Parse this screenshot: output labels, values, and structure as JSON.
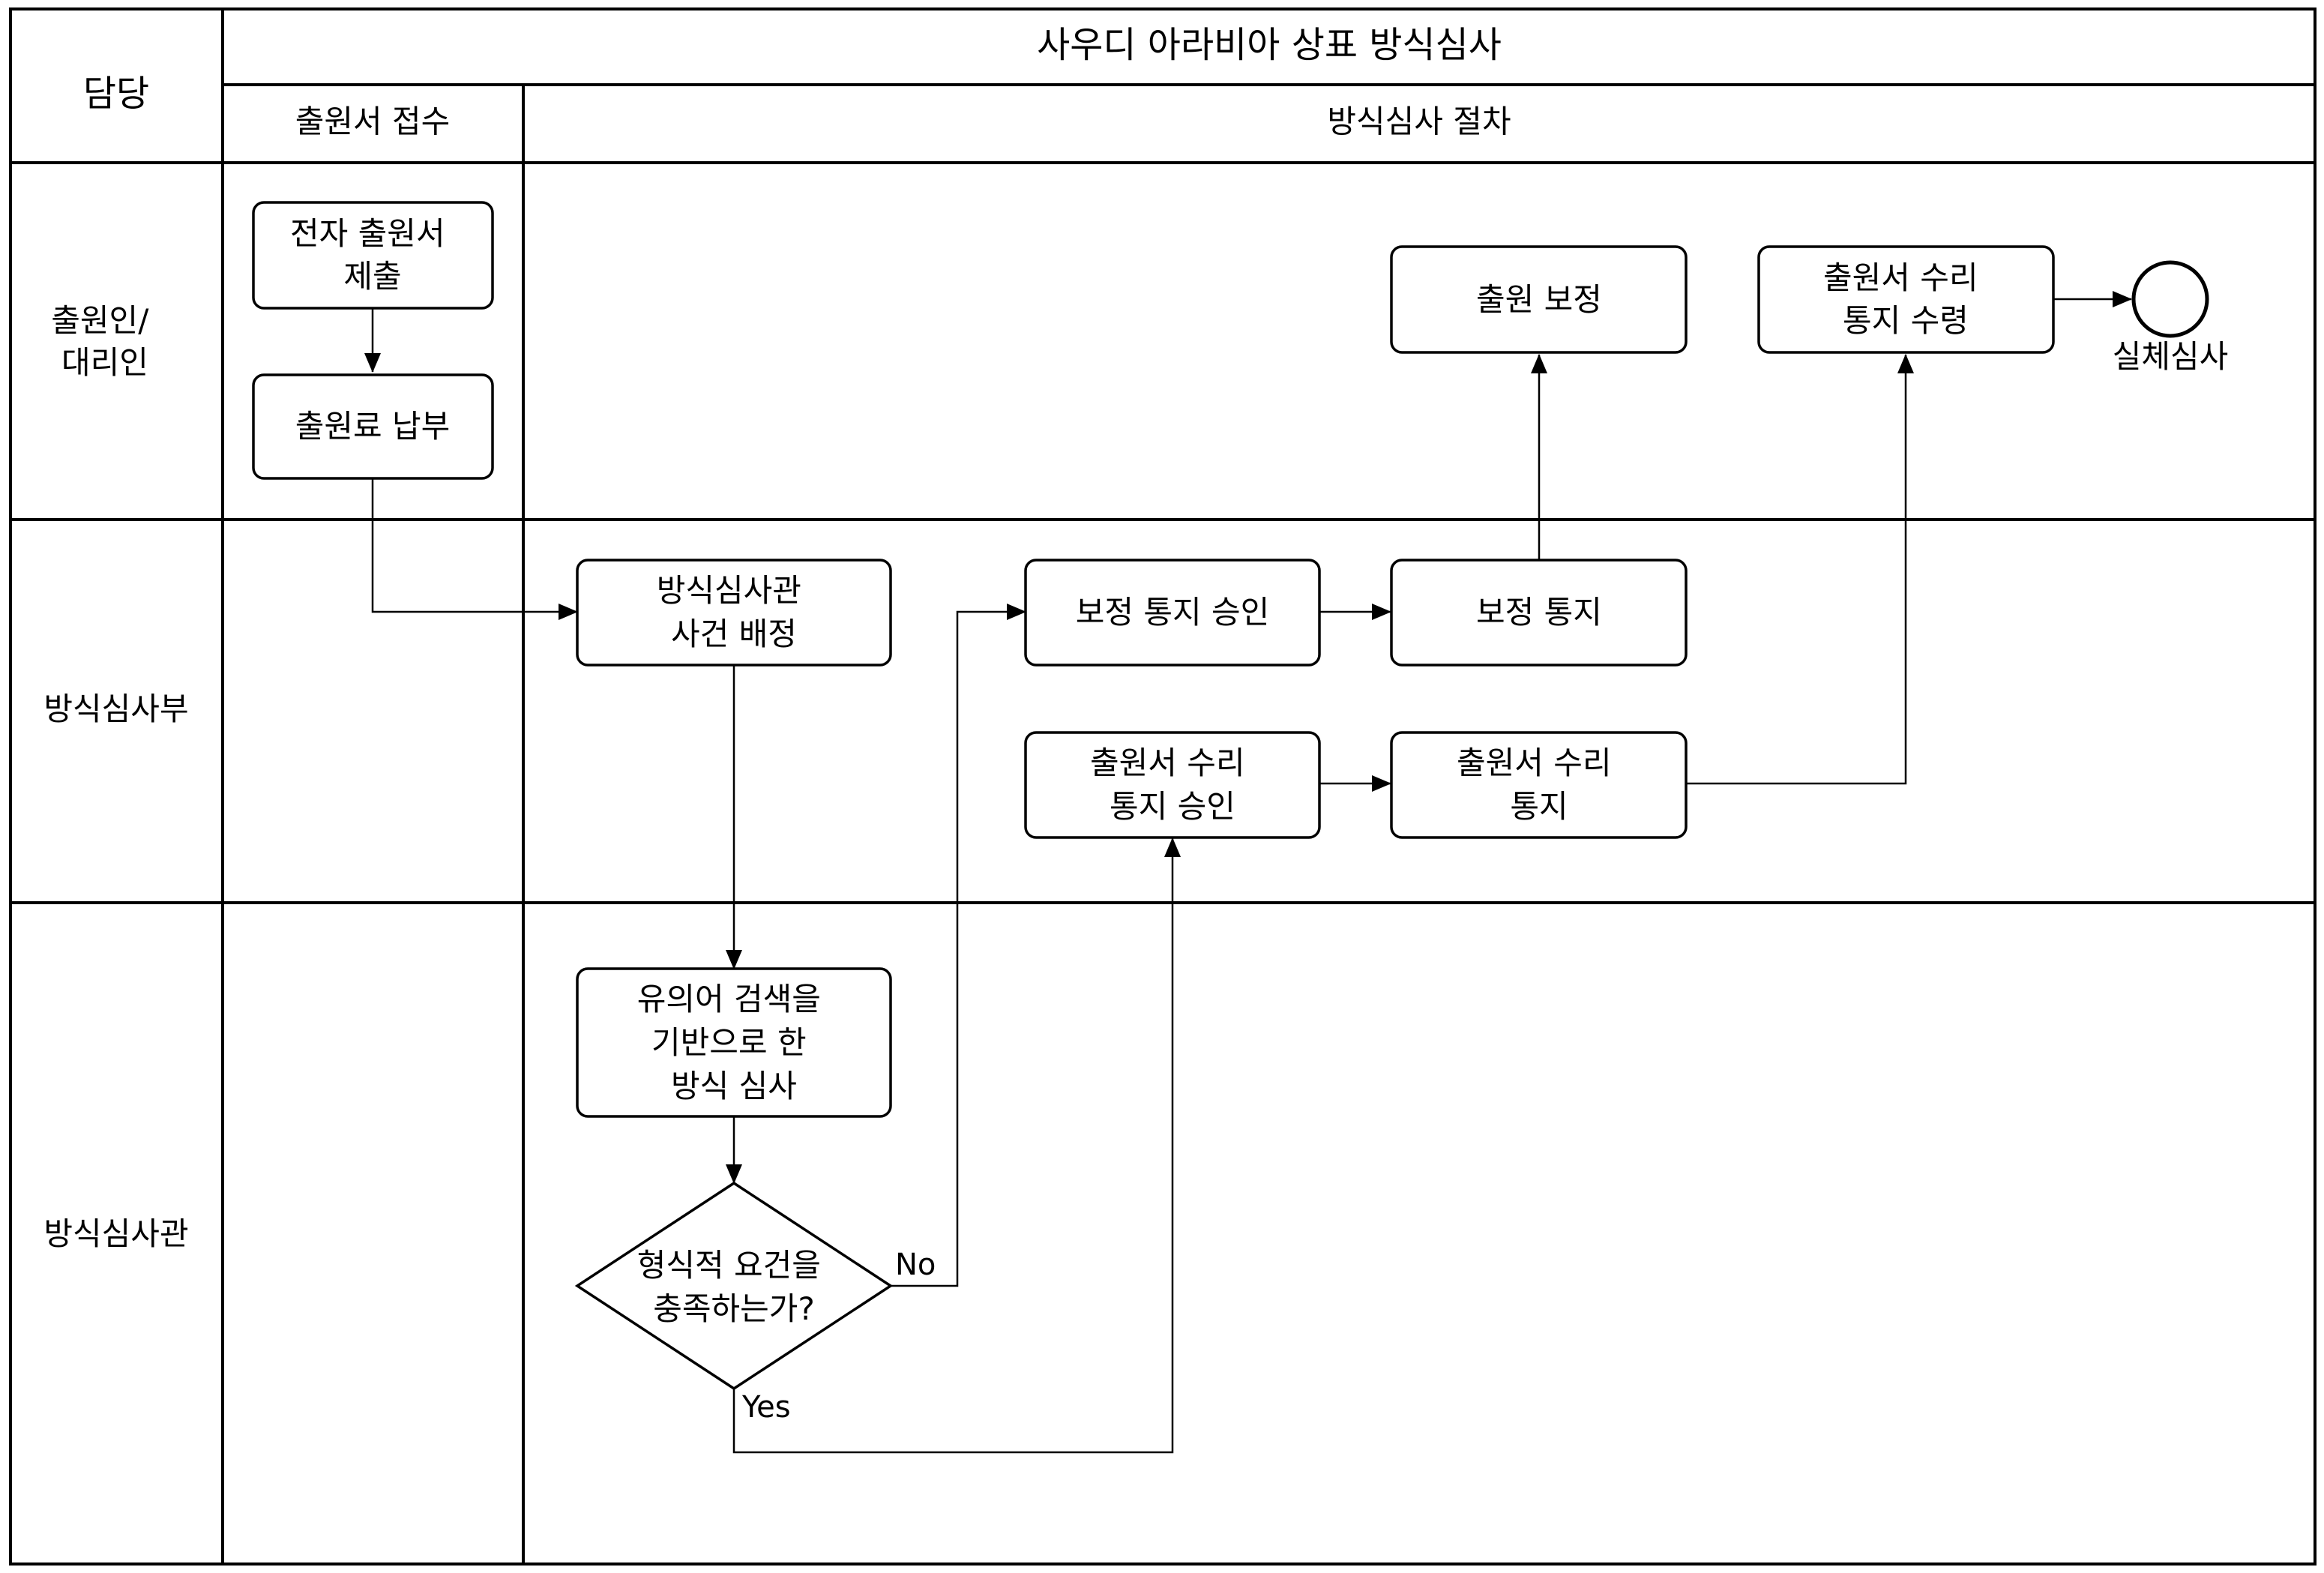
{
  "header": {
    "owner_label": "담당",
    "title": "사우디 아라비아 상표 방식심사",
    "phase_receipt": "출원서 접수",
    "phase_procedure": "방식심사 절차"
  },
  "lanes": {
    "applicant": [
      "출원인/",
      "대리인"
    ],
    "department": [
      "방식심사부"
    ],
    "examiner": [
      "방식심사관"
    ]
  },
  "nodes": {
    "e_filing": [
      "전자 출원서",
      "제출"
    ],
    "fee_payment": [
      "출원료 납부"
    ],
    "amend_application": [
      "출원 보정"
    ],
    "receive_acceptance": [
      "출원서 수리",
      "통지 수령"
    ],
    "assign_examiner": [
      "방식심사관",
      "사건 배정"
    ],
    "approve_amend_notice": [
      "보정 통지 승인"
    ],
    "amend_notice": [
      "보정 통지"
    ],
    "approve_acceptance": [
      "출원서 수리",
      "통지 승인"
    ],
    "acceptance_notice": [
      "출원서 수리",
      "통지"
    ],
    "formality_exam": [
      "유의어 검색을",
      "기반으로 한",
      "방식 심사"
    ],
    "decision": [
      "형식적 요건을",
      "충족하는가?"
    ]
  },
  "end_event": {
    "label": "실체심사"
  },
  "edge_labels": {
    "no": "No",
    "yes": "Yes"
  }
}
